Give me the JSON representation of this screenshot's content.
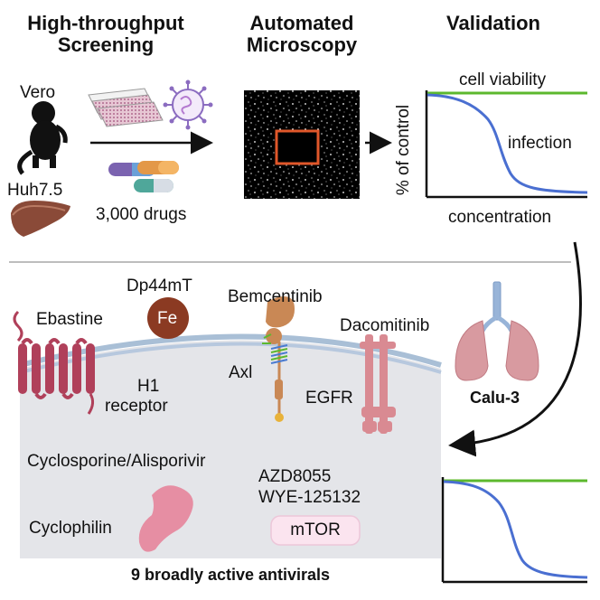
{
  "header": {
    "title_hts": "High-throughput Screening",
    "title_microscopy": "Automated Microscopy",
    "title_validation": "Validation"
  },
  "screening": {
    "cell_line_1": "Vero",
    "cell_line_2": "Huh7.5",
    "drugs": "3,000 drugs"
  },
  "validation_plot": {
    "line_viability": "cell viability",
    "line_infection": "infection",
    "ylabel": "% of control",
    "xlabel": "concentration"
  },
  "cell": {
    "dp44mt": "Dp44mT",
    "fe": "Fe",
    "bemcentinib": "Bemcentinib",
    "ebastine": "Ebastine",
    "dacomitinib": "Dacomitinib",
    "axl": "Axl",
    "h1_line1": "H1",
    "h1_line2": "receptor",
    "egfr": "EGFR",
    "cyclosporine": "Cyclosporine/Alisporivir",
    "cyclophilin": "Cyclophilin",
    "azd": "AZD8055",
    "wye": "WYE-125132",
    "mtor": "mTOR",
    "caption": "9 broadly active antivirals"
  },
  "calu": {
    "label": "Calu-3"
  },
  "colors": {
    "viability": "#5cb82e",
    "infection": "#4a6fd1",
    "roi": "#e0572a",
    "receptor": "#b0405a",
    "egfr": "#d98a92",
    "cell_fill": "#e4e5e9",
    "membrane": "#a9bfd6"
  }
}
